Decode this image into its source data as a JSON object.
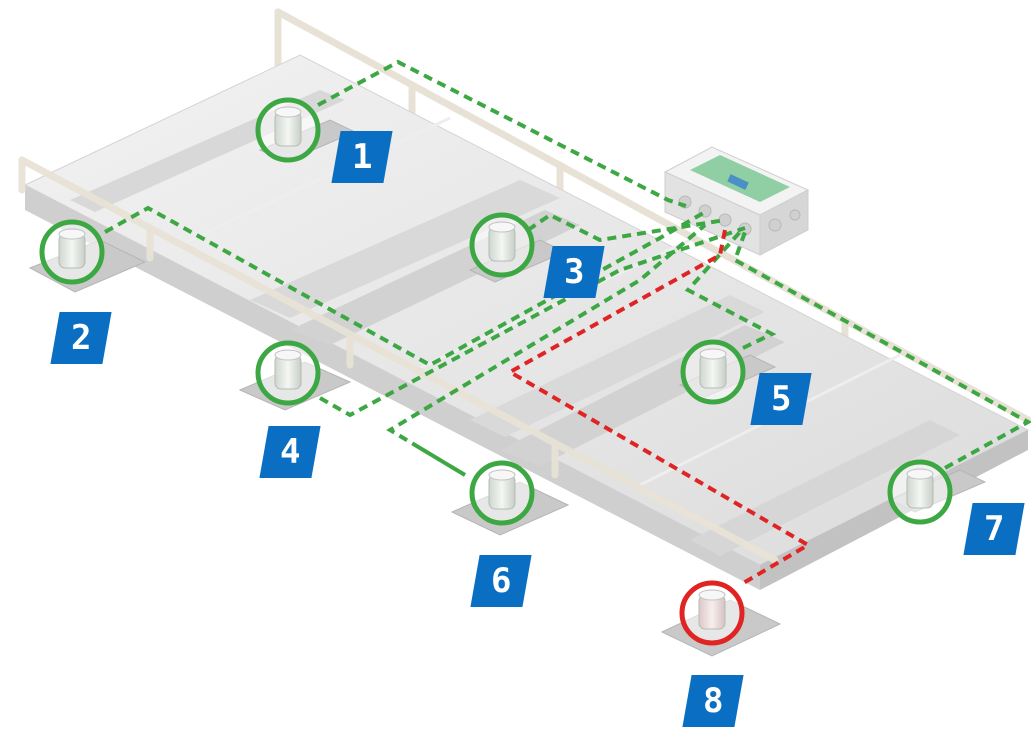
{
  "diagram": {
    "load_cells": [
      {
        "id": "1",
        "status": "ok"
      },
      {
        "id": "2",
        "status": "ok"
      },
      {
        "id": "3",
        "status": "ok"
      },
      {
        "id": "4",
        "status": "ok"
      },
      {
        "id": "5",
        "status": "ok"
      },
      {
        "id": "6",
        "status": "ok"
      },
      {
        "id": "7",
        "status": "ok"
      },
      {
        "id": "8",
        "status": "fault"
      }
    ],
    "colors": {
      "ok": "#3da843",
      "fault": "#e02424",
      "badge": "#0a6fc2",
      "platform": "#e6e6e6",
      "rail": "#e9e4da"
    }
  }
}
